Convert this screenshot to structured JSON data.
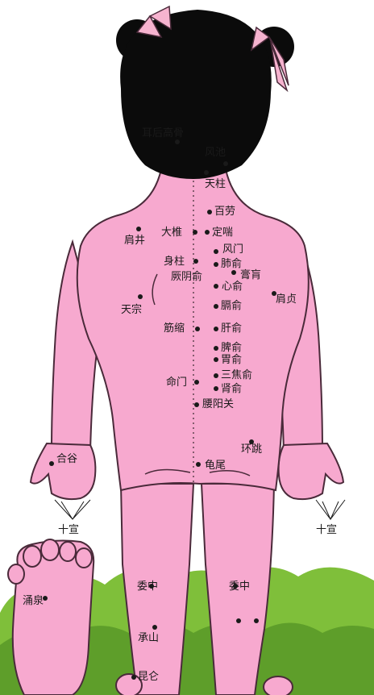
{
  "figure": {
    "colors": {
      "skin": "#f7a9cf",
      "skin_shade": "#f08fbf",
      "outline": "#4a2a3a",
      "hair": "#0b0b0b",
      "bow": "#f6b3cf",
      "grass": "#7fbf3a",
      "grass_dark": "#5e9e2a",
      "point": "#1a1a1a"
    }
  },
  "points": {
    "erhou_gaogu": "耳后高骨",
    "fengchi": "风池",
    "tianzhu": "天柱",
    "bailao": "百劳",
    "dazhui": "大椎",
    "dingchuan": "定喘",
    "jianjing": "肩井",
    "fengmen": "风门",
    "shenzhu": "身柱",
    "feishu": "肺俞",
    "jueyinshu": "厥阴俞",
    "gaohuang": "膏肓",
    "xinshu": "心俞",
    "jianzhen": "肩贞",
    "tianzong": "天宗",
    "geshu": "膈俞",
    "jinsuo": "筋缩",
    "ganshu": "肝俞",
    "pishu": "脾俞",
    "weishu": "胃俞",
    "sanjiaoshu": "三焦俞",
    "mingmen": "命门",
    "shenshu": "肾俞",
    "yaoyangguan": "腰阳关",
    "hegu": "合谷",
    "huantiao": "环跳",
    "guiwei": "龟尾",
    "shixuan_left": "十宣",
    "shixuan_right": "十宣",
    "weizhong_left": "委中",
    "weizhong_right": "委中",
    "yongquan": "涌泉",
    "chengshan": "承山",
    "kunlun": "昆仑"
  }
}
